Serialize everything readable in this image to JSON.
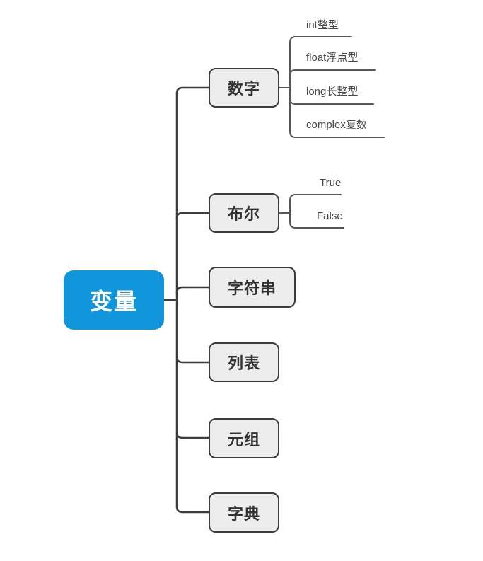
{
  "mindmap": {
    "root": {
      "label": "变量"
    },
    "branches": [
      {
        "label": "数字",
        "children": [
          {
            "label": "int整型"
          },
          {
            "label": "float浮点型"
          },
          {
            "label": "long长整型"
          },
          {
            "label": "complex复数"
          }
        ]
      },
      {
        "label": "布尔",
        "children": [
          {
            "label": "True"
          },
          {
            "label": "False"
          }
        ]
      },
      {
        "label": "字符串",
        "children": []
      },
      {
        "label": "列表",
        "children": []
      },
      {
        "label": "元组",
        "children": []
      },
      {
        "label": "字典",
        "children": []
      }
    ]
  },
  "colors": {
    "root_fill": "#1296db",
    "root_text": "#ffffff",
    "node_fill": "#ededed",
    "node_border": "#3c3c3c",
    "node_text": "#333333",
    "line": "#3c3c3c",
    "subline": "#565656",
    "subtext": "#474747"
  }
}
